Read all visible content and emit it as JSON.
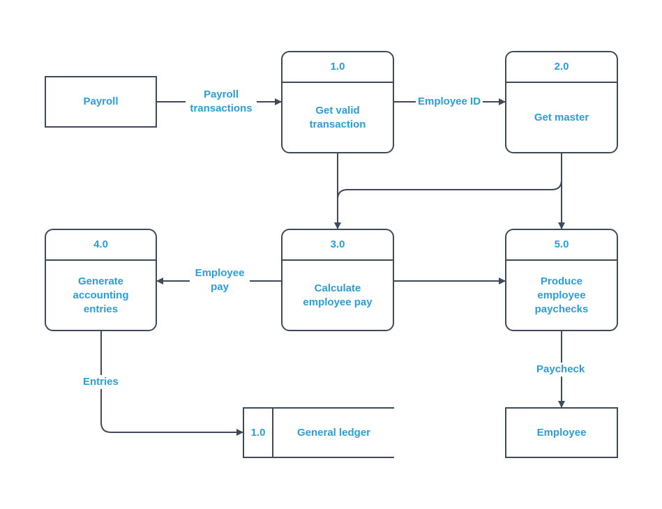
{
  "colors": {
    "line": "#3e4a59",
    "text": "#2a9fd6",
    "background": "#ffffff"
  },
  "entities": {
    "payroll": "Payroll",
    "employee": "Employee"
  },
  "processes": {
    "p1": {
      "id": "1.0",
      "name": "Get valid transaction"
    },
    "p2": {
      "id": "2.0",
      "name": "Get master"
    },
    "p3": {
      "id": "3.0",
      "name": "Calculate employee pay"
    },
    "p4": {
      "id": "4.0",
      "name": "Generate accounting entries"
    },
    "p5": {
      "id": "5.0",
      "name": "Produce employee paychecks"
    }
  },
  "data_store": {
    "id": "1.0",
    "name": "General ledger"
  },
  "flows": {
    "payroll_transactions": "Payroll transactions",
    "employee_id": "Employee ID",
    "employee_pay": "Employee pay",
    "entries": "Entries",
    "paycheck": "Paycheck"
  }
}
